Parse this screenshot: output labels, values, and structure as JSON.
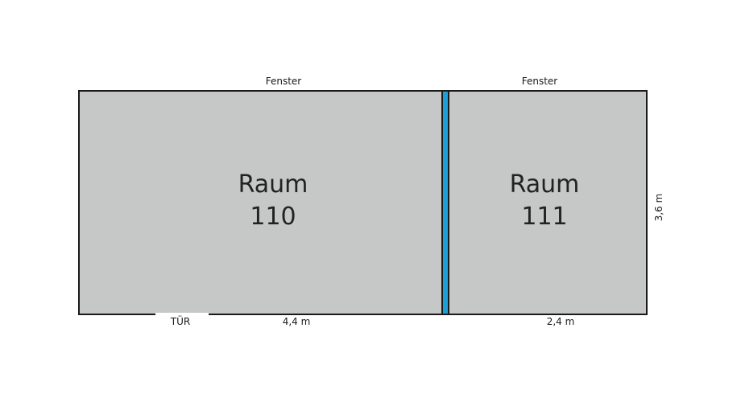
{
  "rooms": [
    {
      "name": "Raum",
      "number": "110",
      "window_label": "Fenster",
      "width_label": "4,4 m"
    },
    {
      "name": "Raum",
      "number": "111",
      "window_label": "Fenster",
      "width_label": "2,4 m"
    }
  ],
  "door_label": "TÜR",
  "height_label": "3,6 m",
  "colors": {
    "room_fill": "#c6c7c7",
    "partition": "#1e9fd8",
    "outline": "#1a1a1a"
  }
}
